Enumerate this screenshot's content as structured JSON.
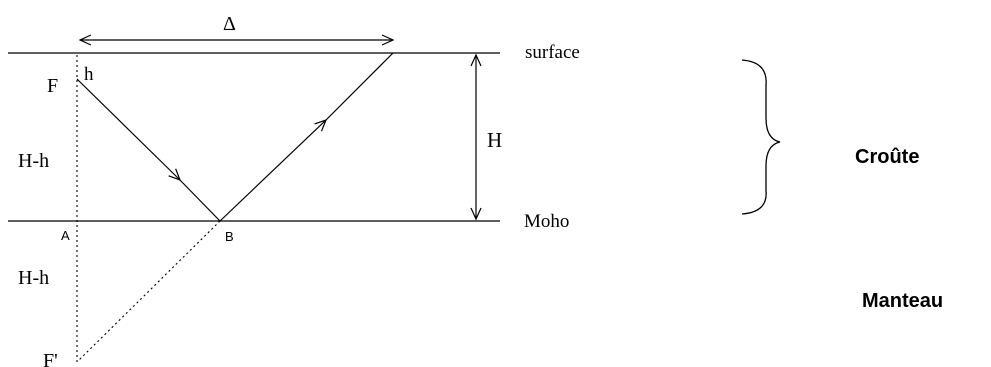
{
  "labels": {
    "delta": "Δ",
    "surface": "surface",
    "moho": "Moho",
    "h": "h",
    "F": "F",
    "F_prime": "F'",
    "H": "H",
    "H_minus_h_upper": "H-h",
    "H_minus_h_lower": "H-h",
    "A": "A",
    "B": "B",
    "croute": "Croûte",
    "manteau": "Manteau"
  },
  "colors": {
    "line": "#000000",
    "background": "#ffffff"
  }
}
